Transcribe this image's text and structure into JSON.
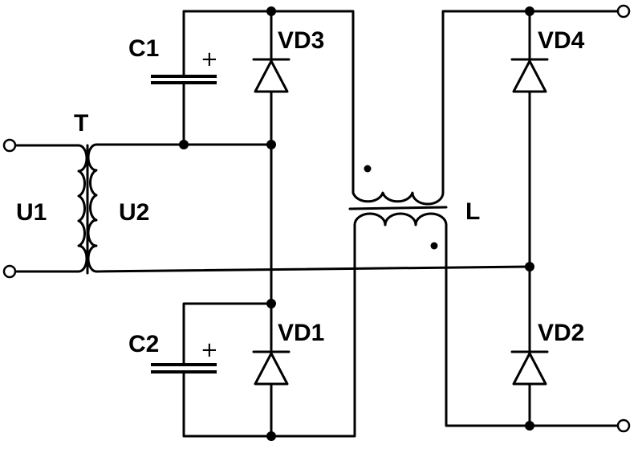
{
  "diagram": {
    "labels": {
      "transformer": "T",
      "primary": "U1",
      "secondary": "U2",
      "capacitor_top": "C1",
      "capacitor_bottom": "C2",
      "diode_top_left": "VD3",
      "diode_bottom_left": "VD1",
      "diode_top_right": "VD4",
      "diode_bottom_right": "VD2",
      "inductor": "L",
      "polarity_plus": "+"
    }
  }
}
